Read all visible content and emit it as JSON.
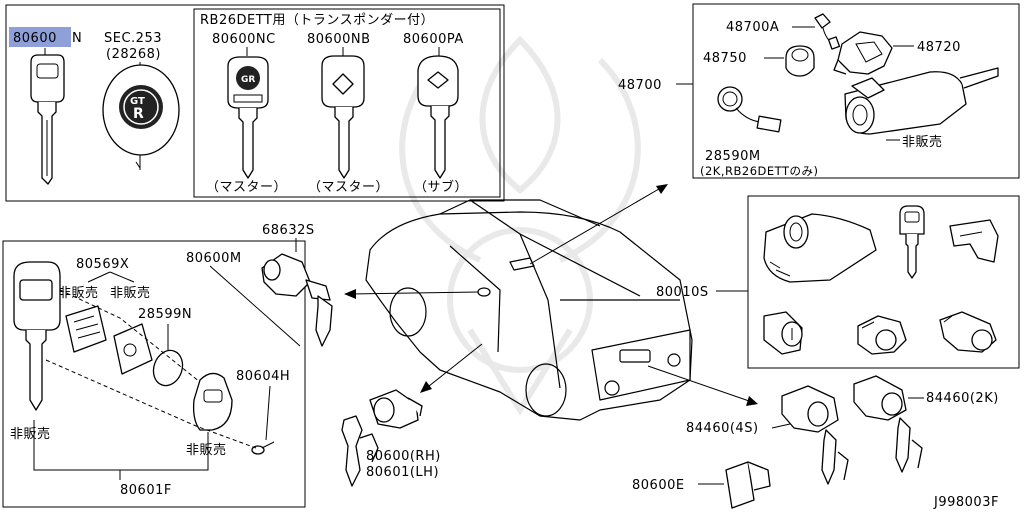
{
  "highlight": "#8f9fd8",
  "labels": {
    "part_80600N_a": "80600",
    "part_80600N_b": "N",
    "sec253": "SEC.253",
    "sec253_part": "(28268)",
    "rb26_header": "RB26DETT用（トランスポンダー付）",
    "p80600NC": "80600NC",
    "p80600NB": "80600NB",
    "p80600PA": "80600PA",
    "master1": "（マスター）",
    "master2": "（マスター）",
    "sub": "（サブ）",
    "p48700A": "48700A",
    "p48720": "48720",
    "p48750": "48750",
    "p48700": "48700",
    "p28590M": "28590M",
    "p28590M_note": "(2K,RB26DETTのみ)",
    "not_sold_1": "非販売",
    "p80010S": "80010S",
    "p68632S": "68632S",
    "p80600M": "80600M",
    "p80569X": "80569X",
    "not_sold_2": "非販売",
    "not_sold_3": "非販売",
    "p28599N": "28599N",
    "p80604H": "80604H",
    "not_sold_4": "非販売",
    "not_sold_5": "非販売",
    "p80601F": "80601F",
    "p80600RH": "80600(RH)",
    "p80601LH": "80601(LH)",
    "p84460_4S": "84460(4S)",
    "p84460_2K": "84460(2K)",
    "p80600E": "80600E",
    "diagram_id": "J998003F"
  }
}
